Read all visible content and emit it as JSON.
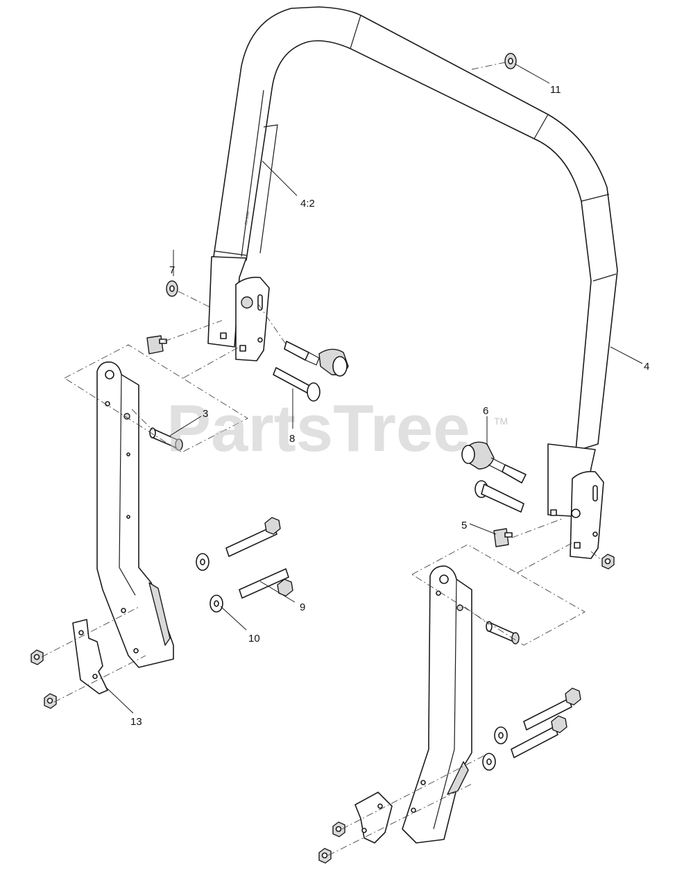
{
  "watermark": {
    "text": "PartsTree",
    "tm": "TM"
  },
  "callouts": {
    "c11": "11",
    "c42": "4:2",
    "c7": "7",
    "c4": "4",
    "c3": "3",
    "c8": "8",
    "c6": "6",
    "c5": "5",
    "c9": "9",
    "c10": "10",
    "c13": "13"
  },
  "decal_text": "EX-2060"
}
